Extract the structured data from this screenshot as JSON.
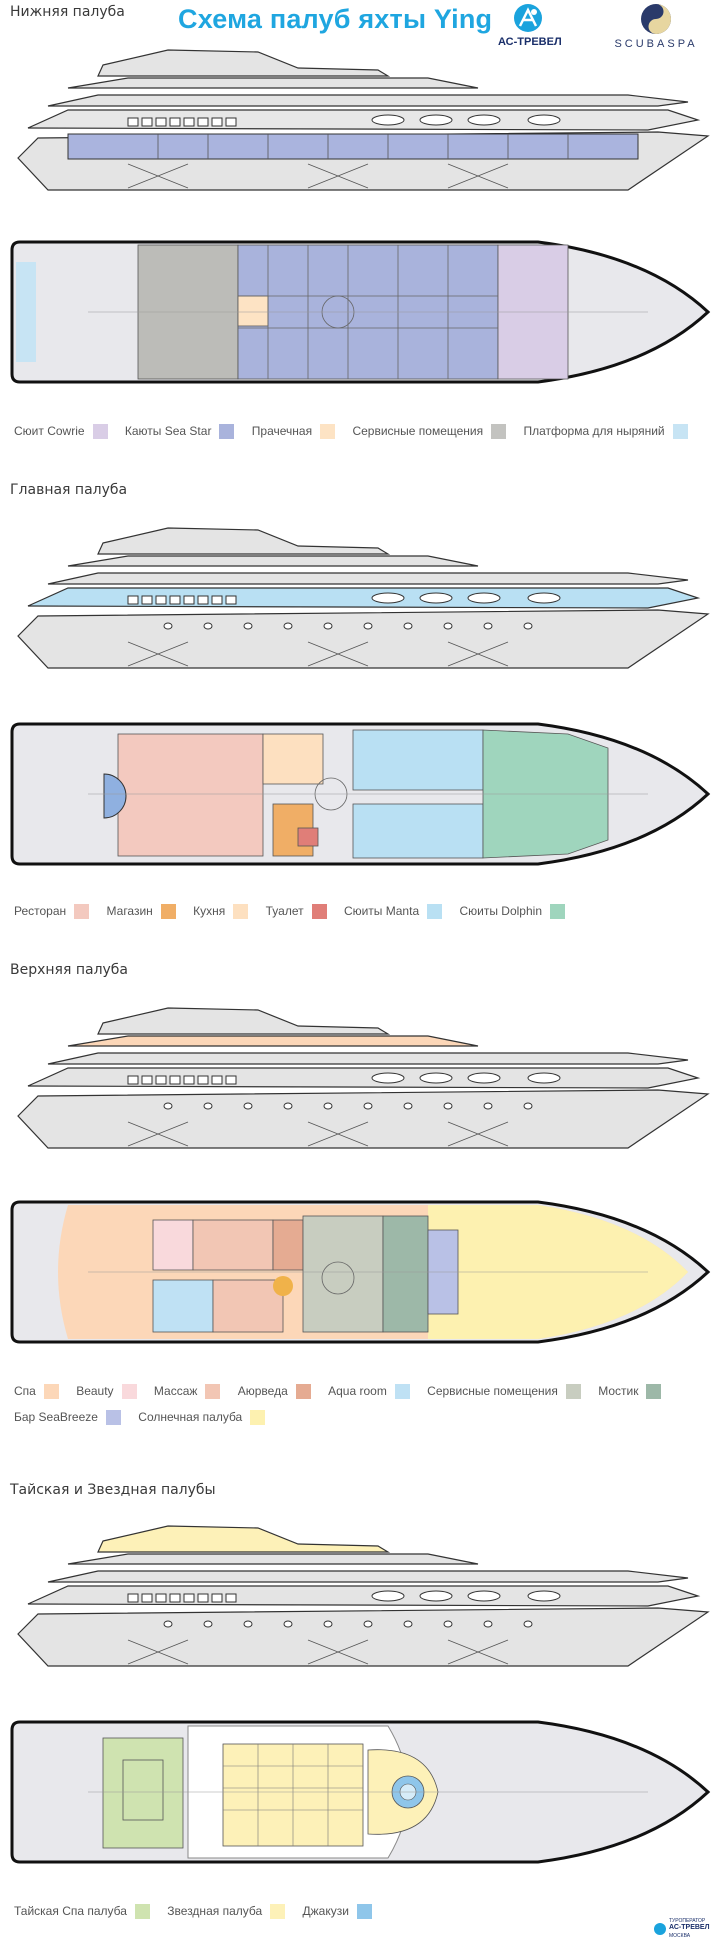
{
  "header": {
    "title": "Схема палуб яхты Ying",
    "logo_left_text": "АС-ТРЕВЕЛ",
    "logo_right_text": "SCUBASPA"
  },
  "decks": [
    {
      "title": "Нижняя палуба",
      "legend": [
        {
          "label": "Сюит Cowrie",
          "color": "#d9cde6"
        },
        {
          "label": "Каюты Sea Star",
          "color": "#a9b3dc"
        },
        {
          "label": "Прачечная",
          "color": "#fde3c4"
        },
        {
          "label": "Сервисные помещения",
          "color": "#c3c3c0"
        },
        {
          "label": "Платформа для ныряний",
          "color": "#c7e4f4"
        }
      ]
    },
    {
      "title": "Главная палуба",
      "legend": [
        {
          "label": "Ресторан",
          "color": "#f3c9bf"
        },
        {
          "label": "Магазин",
          "color": "#f0ae66"
        },
        {
          "label": "Кухня",
          "color": "#fde0c0"
        },
        {
          "label": "Туалет",
          "color": "#e07e78"
        },
        {
          "label": "Сюиты Manta",
          "color": "#b9e0f3"
        },
        {
          "label": "Сюиты Dolphin",
          "color": "#9fd5bd"
        }
      ]
    },
    {
      "title": "Верхняя палуба",
      "legend": [
        {
          "label": "Спа",
          "color": "#fcd7b8"
        },
        {
          "label": "Beauty",
          "color": "#f9d9dc"
        },
        {
          "label": "Массаж",
          "color": "#f2c6b4"
        },
        {
          "label": "Аюрведа",
          "color": "#e5ab92"
        },
        {
          "label": "Aqua room",
          "color": "#bfe1f4"
        },
        {
          "label": "Сервисные помещения",
          "color": "#c8cdc0"
        },
        {
          "label": "Мостик",
          "color": "#9db8a8"
        },
        {
          "label": "Бар SeaBreeze",
          "color": "#b9c1e6"
        },
        {
          "label": "Солнечная палуба",
          "color": "#fdf1b0"
        }
      ]
    },
    {
      "title": "Тайская и Звездная палубы",
      "legend": [
        {
          "label": "Тайская Спа палуба",
          "color": "#cfe3b0"
        },
        {
          "label": "Звездная палуба",
          "color": "#fdf1b8"
        },
        {
          "label": "Джакузи",
          "color": "#8fc6ea"
        }
      ]
    }
  ],
  "footer": {
    "line1": "ТУРОПЕРАТОР",
    "line2": "АС-ТРЕВЕЛ",
    "line3": "МОСКВА"
  },
  "colors": {
    "accent": "#1fa6e0",
    "hull_gray": "#d6d6d6",
    "outline": "#222222"
  }
}
